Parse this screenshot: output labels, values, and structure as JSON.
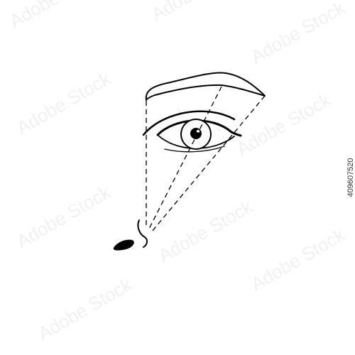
{
  "stock_id": "409607520",
  "watermark_text": "Adobe Stock",
  "colors": {
    "background": "#ffffff",
    "ink": "#000000"
  },
  "illustration": {
    "subject": "eyebrow shaping guide",
    "guide_lines_style": "dashed"
  }
}
